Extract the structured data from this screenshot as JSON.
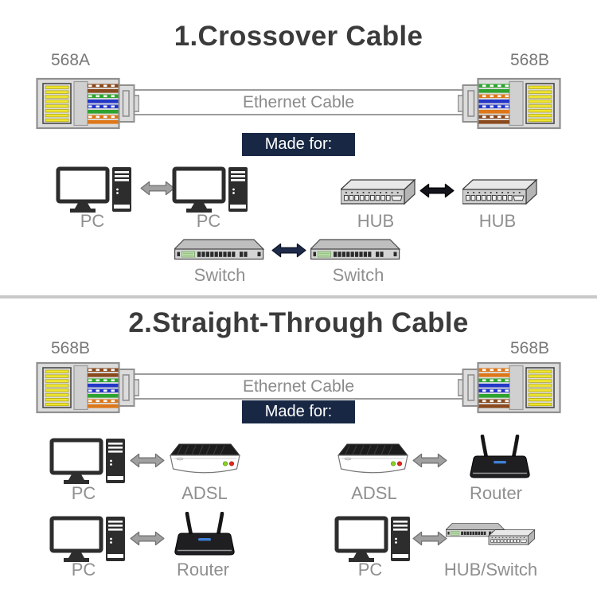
{
  "page": {
    "background": "#ffffff"
  },
  "colors": {
    "navy": "#182844",
    "title_text": "#3b3b3b",
    "label_gray": "#8f8f8f",
    "connector_label_gray": "#787878",
    "cable_text_gray": "#8a8a8a",
    "divider_gray": "#c9c9c9",
    "arrow_gray": "#a0a0a0",
    "arrow_gray_outline": "#6f6f6f",
    "arrow_black": "#14141c",
    "arrow_black_outline": "#000000",
    "arrow_navy": "#1e2a4a",
    "arrow_navy_outline": "#0d1526",
    "pin_yellow": "#efe52f",
    "wire_orange": "#dd7718",
    "wire_green": "#2fa32f",
    "wire_blue": "#2436c8",
    "wire_brown": "#8a4a1e"
  },
  "icons": {
    "pc": "desktop-pc-icon",
    "hub": "hub-device-icon",
    "switch": "switch-device-icon",
    "adsl": "adsl-modem-icon",
    "router": "wifi-router-icon",
    "hub_switch": "hub-switch-combo-icon",
    "arrow": "double-headed-arrow-icon",
    "rj45": "rj45-connector-icon"
  },
  "section1": {
    "title": "1.Crossover Cable",
    "left_connector_label": "568A",
    "right_connector_label": "568B",
    "cable_label": "Ethernet Cable",
    "made_for_label": "Made for:",
    "left_wires": [
      {
        "c": "brown",
        "s": true
      },
      {
        "c": "brown",
        "s": false
      },
      {
        "c": "green",
        "s": true
      },
      {
        "c": "blue",
        "s": false
      },
      {
        "c": "blue",
        "s": true
      },
      {
        "c": "green",
        "s": false
      },
      {
        "c": "orange",
        "s": true
      },
      {
        "c": "orange",
        "s": false
      }
    ],
    "right_wires": [
      {
        "c": "green",
        "s": true
      },
      {
        "c": "green",
        "s": false
      },
      {
        "c": "orange",
        "s": true
      },
      {
        "c": "blue",
        "s": false
      },
      {
        "c": "blue",
        "s": true
      },
      {
        "c": "orange",
        "s": false
      },
      {
        "c": "brown",
        "s": true
      },
      {
        "c": "brown",
        "s": false
      }
    ],
    "pairs": [
      {
        "a": "PC",
        "b": "PC",
        "arrow": "gray"
      },
      {
        "a": "HUB",
        "b": "HUB",
        "arrow": "black"
      },
      {
        "a": "Switch",
        "b": "Switch",
        "arrow": "navy"
      }
    ]
  },
  "section2": {
    "title": "2.Straight-Through Cable",
    "left_connector_label": "568B",
    "right_connector_label": "568B",
    "cable_label": "Ethernet Cable",
    "made_for_label": "Made for:",
    "left_wires": [
      {
        "c": "brown",
        "s": true
      },
      {
        "c": "brown",
        "s": false
      },
      {
        "c": "green",
        "s": true
      },
      {
        "c": "blue",
        "s": false
      },
      {
        "c": "blue",
        "s": true
      },
      {
        "c": "green",
        "s": false
      },
      {
        "c": "orange",
        "s": true
      },
      {
        "c": "orange",
        "s": false
      }
    ],
    "right_wires": [
      {
        "c": "orange",
        "s": true
      },
      {
        "c": "orange",
        "s": false
      },
      {
        "c": "green",
        "s": true
      },
      {
        "c": "blue",
        "s": false
      },
      {
        "c": "blue",
        "s": true
      },
      {
        "c": "green",
        "s": false
      },
      {
        "c": "brown",
        "s": true
      },
      {
        "c": "brown",
        "s": false
      }
    ],
    "pairs": [
      {
        "a": "PC",
        "b": "ADSL",
        "arrow": "gray"
      },
      {
        "a": "ADSL",
        "b": "Router",
        "arrow": "gray"
      },
      {
        "a": "PC",
        "b": "Router",
        "arrow": "gray"
      },
      {
        "a": "PC",
        "b": "HUB/Switch",
        "arrow": "gray"
      }
    ]
  }
}
